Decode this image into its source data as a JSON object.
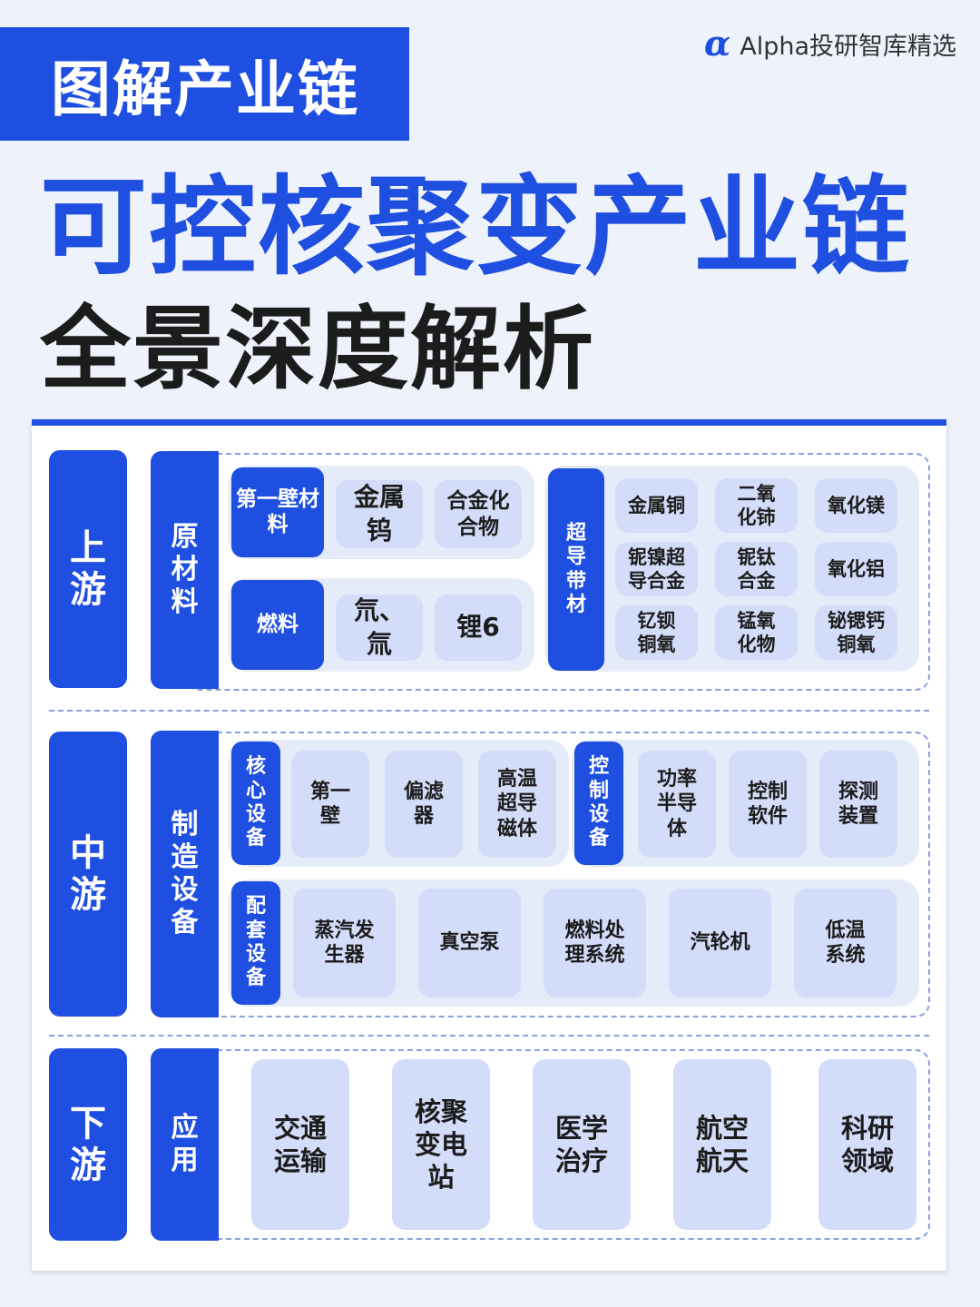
{
  "header": {
    "tag": "图解产业链",
    "brand_name": "Alpha投研智库精选",
    "title": "可控核聚变产业链",
    "subtitle": "全景深度解析"
  },
  "colors": {
    "accent": "#1f4fe0",
    "cell_bg": "#d3dcf8",
    "group_bg": "#e6ebfa",
    "page_bg": "#eef2fb"
  },
  "upstream": {
    "stage": "上游",
    "category": "原材料",
    "first_wall": {
      "label": "第一壁材料",
      "items": [
        "金属钨",
        "合金化合物"
      ]
    },
    "fuel": {
      "label": "燃料",
      "items": [
        "氘、氚",
        "锂6"
      ]
    },
    "superconductor": {
      "label": "超导带材",
      "items": [
        "金属铜",
        "二氧化铈",
        "氧化镁",
        "铌镍超导合金",
        "铌钛合金",
        "氧化铝",
        "钇钡铜氧",
        "锰氧化物",
        "铋锶钙铜氧"
      ]
    }
  },
  "midstream": {
    "stage": "中游",
    "category": "制造设备",
    "core": {
      "label": "核心设备",
      "items": [
        "第一壁",
        "偏滤器",
        "高温超导磁体"
      ]
    },
    "control": {
      "label": "控制设备",
      "items": [
        "功率半导体",
        "控制软件",
        "探测装置"
      ]
    },
    "auxiliary": {
      "label": "配套设备",
      "items": [
        "蒸汽发生器",
        "真空泵",
        "燃料处理系统",
        "汽轮机",
        "低温系统"
      ]
    }
  },
  "downstream": {
    "stage": "下游",
    "category": "应用",
    "items": [
      "交通运输",
      "核聚变电站",
      "医学治疗",
      "航空航天",
      "科研领域"
    ]
  }
}
